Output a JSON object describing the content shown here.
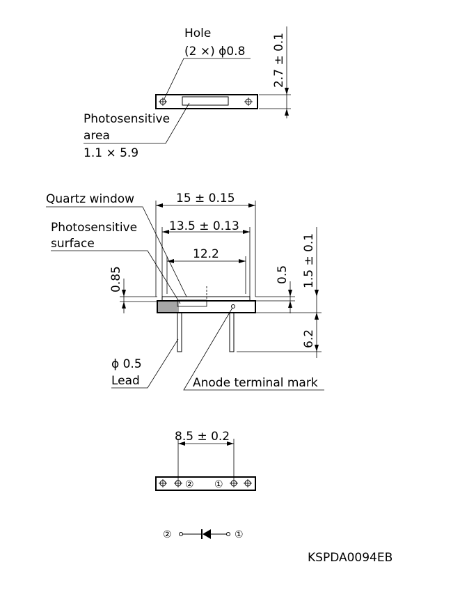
{
  "top_view": {
    "hole_label": "Hole",
    "hole_spec": "(2 ×) ϕ0.8",
    "area_label_1": "Photosensitive",
    "area_label_2": "area",
    "area_size": "1.1 × 5.9",
    "dim_height": "2.7 ± 0.1"
  },
  "side_view": {
    "quartz_window": "Quartz window",
    "surface_label_1": "Photosensitive",
    "surface_label_2": "surface",
    "dim_length": "15 ± 0.15",
    "dim_inner": "13.5 ± 0.13",
    "dim_window": "12.2",
    "dim_surface_depth": "0.85",
    "dim_window_thick": "0.5",
    "dim_body_height": "1.5 ± 0.1",
    "dim_lead_length": "6.2",
    "lead_spec": "ϕ 0.5",
    "lead_label": "Lead",
    "anode_mark": "Anode terminal mark"
  },
  "bottom_view": {
    "dim_pitch": "8.5 ± 0.2",
    "pin_2": "②",
    "pin_1": "①"
  },
  "schematic": {
    "pin_2": "②",
    "pin_1": "①"
  },
  "drawing_code": "KSPDA0094EB"
}
